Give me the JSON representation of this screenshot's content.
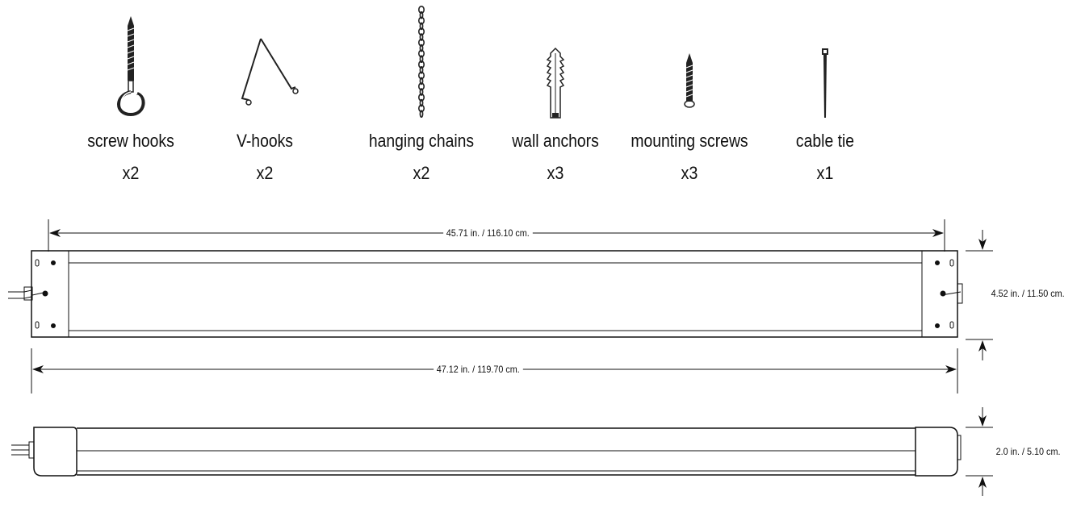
{
  "parts": [
    {
      "icon": "screw-hook-icon",
      "label": "screw hooks",
      "qty": "x2"
    },
    {
      "icon": "v-hook-icon",
      "label": "V-hooks",
      "qty": "x2"
    },
    {
      "icon": "hanging-chain-icon",
      "label": "hanging chains",
      "qty": "x2"
    },
    {
      "icon": "wall-anchor-icon",
      "label": "wall anchors",
      "qty": "x3"
    },
    {
      "icon": "mounting-screw-icon",
      "label": "mounting screws",
      "qty": "x3"
    },
    {
      "icon": "cable-tie-icon",
      "label": "cable tie",
      "qty": "x1"
    }
  ],
  "dimensions": {
    "inner_length": "45.71 in. / 116.10 cm.",
    "overall_length": "47.12 in. / 119.70 cm.",
    "width": "4.52 in. / 11.50 cm.",
    "height": "2.0 in. / 5.10 cm."
  }
}
